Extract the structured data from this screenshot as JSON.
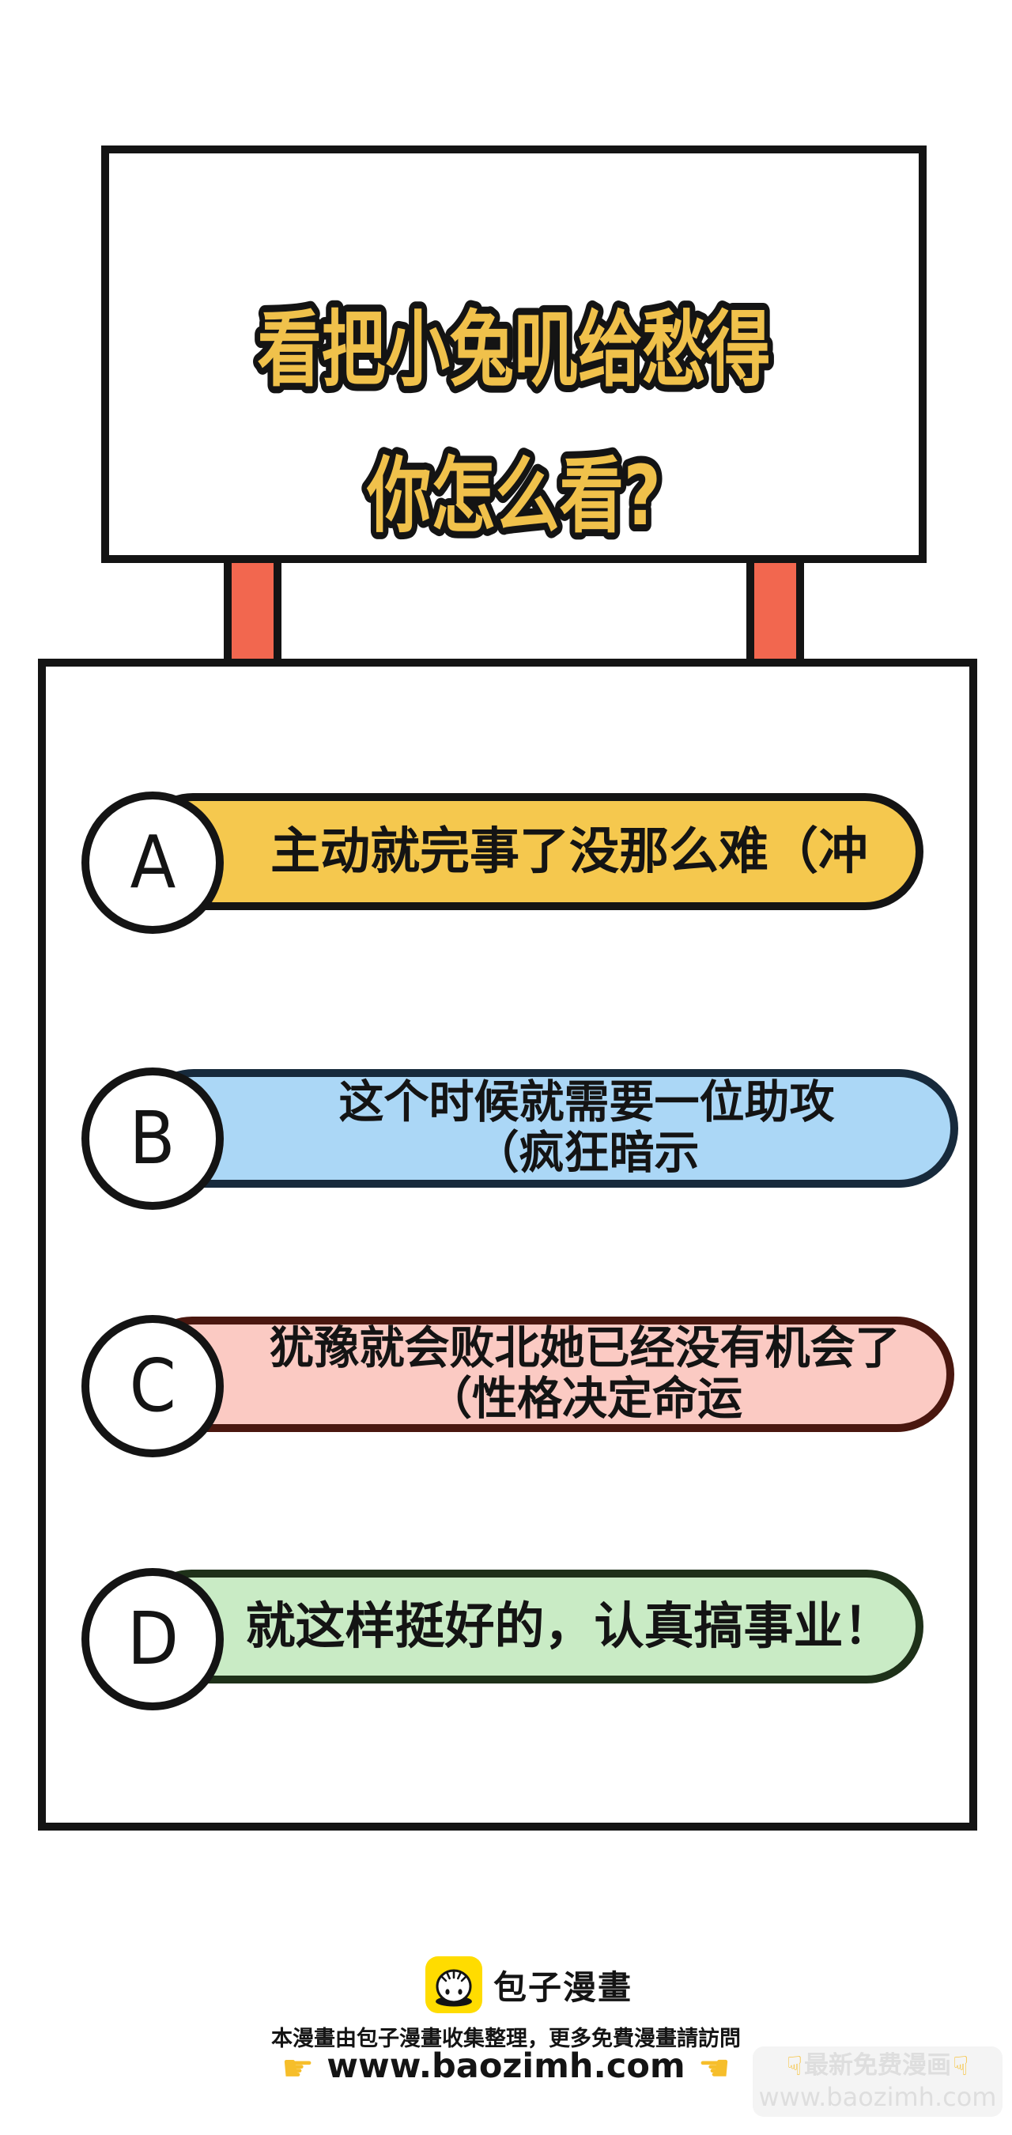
{
  "sign": {
    "title_line1": "看把小兔叽给愁得",
    "title_line2": "你怎么看?",
    "title_color": "#F0C14B",
    "outline_color": "#141414",
    "post_color": "#F2674F"
  },
  "options": [
    {
      "letter": "A",
      "line1": "主动就完事了没那么难（冲",
      "line2": "",
      "fill": "#F5C84E",
      "border": "#141414"
    },
    {
      "letter": "B",
      "line1": "这个时候就需要一位助攻",
      "line2": "（疯狂暗示",
      "fill": "#ABD7F6",
      "border": "#172A3C"
    },
    {
      "letter": "C",
      "line1": "犹豫就会败北她已经没有机会了",
      "line2": "（性格决定命运",
      "fill": "#FBCAC3",
      "border": "#4A170F"
    },
    {
      "letter": "D",
      "line1": "就这样挺好的，认真搞事业！",
      "line2": "",
      "fill": "#C9EBC5",
      "border": "#1E3119"
    }
  ],
  "footer": {
    "brand": "包子漫畫",
    "logo_color": "#FFDC00",
    "notice": "本漫畫由包子漫畫收集整理，更多免費漫畫請訪問",
    "url": "www.baozimh.com",
    "hand_left": "☛",
    "hand_right": "☚"
  },
  "watermark": {
    "hand": "☟",
    "label": "最新免费漫画",
    "url": "www.baozimh.com"
  }
}
